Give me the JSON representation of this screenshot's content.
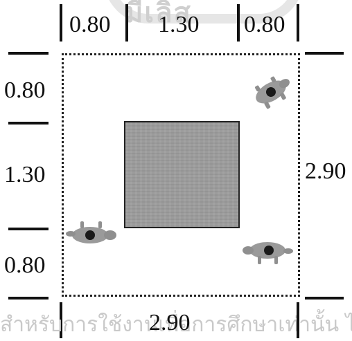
{
  "watermark": {
    "top_text": "มีเลิส",
    "bottom_text": "สำหรับการใช้งานเพื่อการศึกษาเท่านั้น ไม่อนุญาต"
  },
  "top_segments": [
    "0.80",
    "1.30",
    "0.80"
  ],
  "left_segments": [
    "0.80",
    "1.30",
    "0.80"
  ],
  "right_total": "2.90",
  "bottom_total": "2.90",
  "colors": {
    "line": "#111111",
    "square_fill": "#9c9c9c",
    "animal_body": "#9a9a9a",
    "animal_eye": "#1a1a1a"
  },
  "icons": [
    "animal-icon-top-right",
    "animal-icon-left",
    "animal-icon-bottom-right"
  ]
}
